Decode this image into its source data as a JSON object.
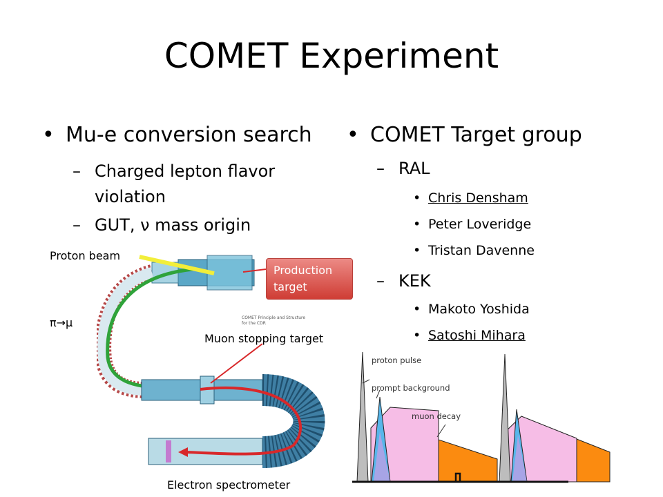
{
  "title": "COMET Experiment",
  "left": {
    "bullet": "Mu-e conversion search",
    "subs": [
      "Charged lepton flavor violation",
      "GUT, ν mass origin"
    ]
  },
  "right": {
    "bullet": "COMET Target group",
    "groups": [
      {
        "label": "RAL",
        "members": [
          "Chris Densham",
          "Peter Loveridge",
          "Tristan Davenne"
        ]
      },
      {
        "label": "KEK",
        "members": [
          "Makoto Yoshida",
          "Satoshi Mihara"
        ]
      }
    ]
  },
  "diagram": {
    "proton_beam": "Proton beam",
    "pion_muon": "π→μ",
    "production_target": "Production target",
    "muon_stopping_target": "Muon stopping target",
    "electron_spectrometer": "Electron spectrometer",
    "colors": {
      "tag_red": "#d24b43",
      "beam_yellow": "#f2ee3a",
      "green": "#2fa33a",
      "red": "#d8282a"
    }
  },
  "timing": {
    "proton_pulse": "proton pulse",
    "prompt_background": "prompt background",
    "muon_decay": "muon decay",
    "colors": {
      "gray": "#bdbdbd",
      "blue": "#57b6ea",
      "pink": "#f6bde6",
      "purple": "#a7a4e6",
      "orange": "#fb8b10"
    }
  }
}
